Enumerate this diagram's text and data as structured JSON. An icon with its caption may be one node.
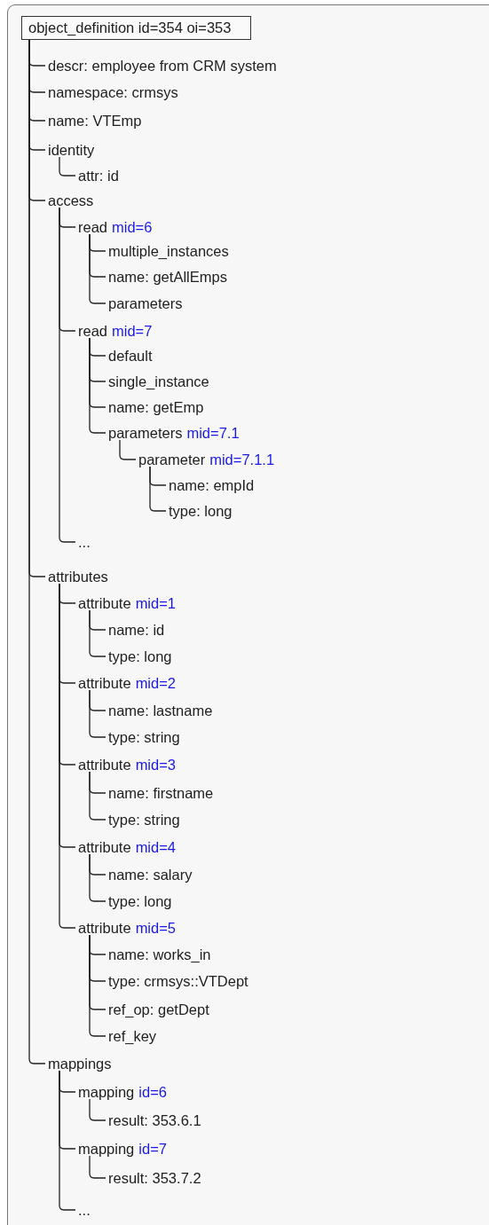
{
  "diagram": {
    "nodes": [
      {
        "text": [
          "object_definition id=354 oi=353"
        ]
      },
      {
        "text": [
          "descr: employee from CRM system"
        ]
      },
      {
        "text": [
          "namespace: crmsys"
        ]
      },
      {
        "text": [
          "name: VTEmp"
        ]
      },
      {
        "text": [
          "identity"
        ]
      },
      {
        "text": [
          "attr: id"
        ]
      },
      {
        "text": [
          "access"
        ]
      },
      {
        "text": [
          "read",
          "mid=6"
        ]
      },
      {
        "text": [
          "multiple_instances"
        ]
      },
      {
        "text": [
          "name: getAllEmps"
        ]
      },
      {
        "text": [
          "parameters"
        ]
      },
      {
        "text": [
          "read",
          "mid=7"
        ]
      },
      {
        "text": [
          "default"
        ]
      },
      {
        "text": [
          "single_instance"
        ]
      },
      {
        "text": [
          "name: getEmp"
        ]
      },
      {
        "text": [
          "parameters",
          "mid=7.1"
        ]
      },
      {
        "text": [
          "parameter",
          "mid=7.1.1"
        ]
      },
      {
        "text": [
          "name: empId"
        ]
      },
      {
        "text": [
          "type: long"
        ]
      },
      {
        "text": [
          "..."
        ]
      },
      {
        "text": [
          "attributes"
        ]
      },
      {
        "text": [
          "attribute",
          "mid=1"
        ]
      },
      {
        "text": [
          "name: id"
        ]
      },
      {
        "text": [
          "type: long"
        ]
      },
      {
        "text": [
          "attribute",
          "mid=2"
        ]
      },
      {
        "text": [
          "name: lastname"
        ]
      },
      {
        "text": [
          "type: string"
        ]
      },
      {
        "text": [
          "attribute",
          "mid=3"
        ]
      },
      {
        "text": [
          "name: firstname"
        ]
      },
      {
        "text": [
          "type: string"
        ]
      },
      {
        "text": [
          "attribute",
          "mid=4"
        ]
      },
      {
        "text": [
          "name: salary"
        ]
      },
      {
        "text": [
          "type: long"
        ]
      },
      {
        "text": [
          "attribute",
          "mid=5"
        ]
      },
      {
        "text": [
          "name: works_in"
        ]
      },
      {
        "text": [
          "type: crmsys::VTDept"
        ]
      },
      {
        "text": [
          "ref_op: getDept"
        ]
      },
      {
        "text": [
          "ref_key"
        ]
      },
      {
        "text": [
          "mappings"
        ]
      },
      {
        "text": [
          "mapping",
          "id=6"
        ]
      },
      {
        "text": [
          "result: 353.6.1"
        ]
      },
      {
        "text": [
          "mapping",
          "id=7"
        ]
      },
      {
        "text": [
          "result: 353.7.2"
        ]
      },
      {
        "text": [
          "..."
        ]
      }
    ],
    "edges": [
      {
        "from": 0,
        "to": 1,
        "arrow": "none"
      },
      {
        "from": 0,
        "to": 2,
        "arrow": "none"
      },
      {
        "from": 0,
        "to": 3,
        "arrow": "none"
      },
      {
        "from": 0,
        "to": 4,
        "arrow": "none"
      },
      {
        "from": 4,
        "to": 5,
        "arrow": "none"
      },
      {
        "from": 0,
        "to": 6,
        "arrow": "none"
      },
      {
        "from": 6,
        "to": 7,
        "arrow": "none"
      },
      {
        "from": 7,
        "to": 8,
        "arrow": "none"
      },
      {
        "from": 7,
        "to": 9,
        "arrow": "none"
      },
      {
        "from": 7,
        "to": 10,
        "arrow": "none"
      },
      {
        "from": 6,
        "to": 11,
        "arrow": "none"
      },
      {
        "from": 11,
        "to": 12,
        "arrow": "none"
      },
      {
        "from": 11,
        "to": 13,
        "arrow": "none"
      },
      {
        "from": 11,
        "to": 14,
        "arrow": "none"
      },
      {
        "from": 11,
        "to": 15,
        "arrow": "none"
      },
      {
        "from": 15,
        "to": 16,
        "arrow": "none"
      },
      {
        "from": 16,
        "to": 17,
        "arrow": "none"
      },
      {
        "from": 16,
        "to": 18,
        "arrow": "none"
      },
      {
        "from": 6,
        "to": 19,
        "arrow": "none"
      },
      {
        "from": 0,
        "to": 20,
        "arrow": "none"
      },
      {
        "from": 20,
        "to": 21,
        "arrow": "none"
      },
      {
        "from": 21,
        "to": 22,
        "arrow": "none"
      },
      {
        "from": 21,
        "to": 23,
        "arrow": "none"
      },
      {
        "from": 20,
        "to": 24,
        "arrow": "none"
      },
      {
        "from": 24,
        "to": 25,
        "arrow": "none"
      },
      {
        "from": 24,
        "to": 26,
        "arrow": "none"
      },
      {
        "from": 20,
        "to": 27,
        "arrow": "none"
      },
      {
        "from": 27,
        "to": 28,
        "arrow": "none"
      },
      {
        "from": 27,
        "to": 29,
        "arrow": "none"
      },
      {
        "from": 20,
        "to": 30,
        "arrow": "none"
      },
      {
        "from": 30,
        "to": 31,
        "arrow": "none"
      },
      {
        "from": 30,
        "to": 32,
        "arrow": "none"
      },
      {
        "from": 20,
        "to": 33,
        "arrow": "none"
      },
      {
        "from": 33,
        "to": 34,
        "arrow": "none"
      },
      {
        "from": 33,
        "to": 35,
        "arrow": "none"
      },
      {
        "from": 33,
        "to": 36,
        "arrow": "none"
      },
      {
        "from": 33,
        "to": 37,
        "arrow": "none"
      },
      {
        "from": 0,
        "to": 38,
        "arrow": "none"
      },
      {
        "from": 38,
        "to": 39,
        "arrow": "none"
      },
      {
        "from": 39,
        "to": 40,
        "arrow": "none"
      },
      {
        "from": 38,
        "to": 41,
        "arrow": "none"
      },
      {
        "from": 41,
        "to": 42,
        "arrow": "none"
      },
      {
        "from": 38,
        "to": 43,
        "arrow": "none"
      }
    ]
  }
}
